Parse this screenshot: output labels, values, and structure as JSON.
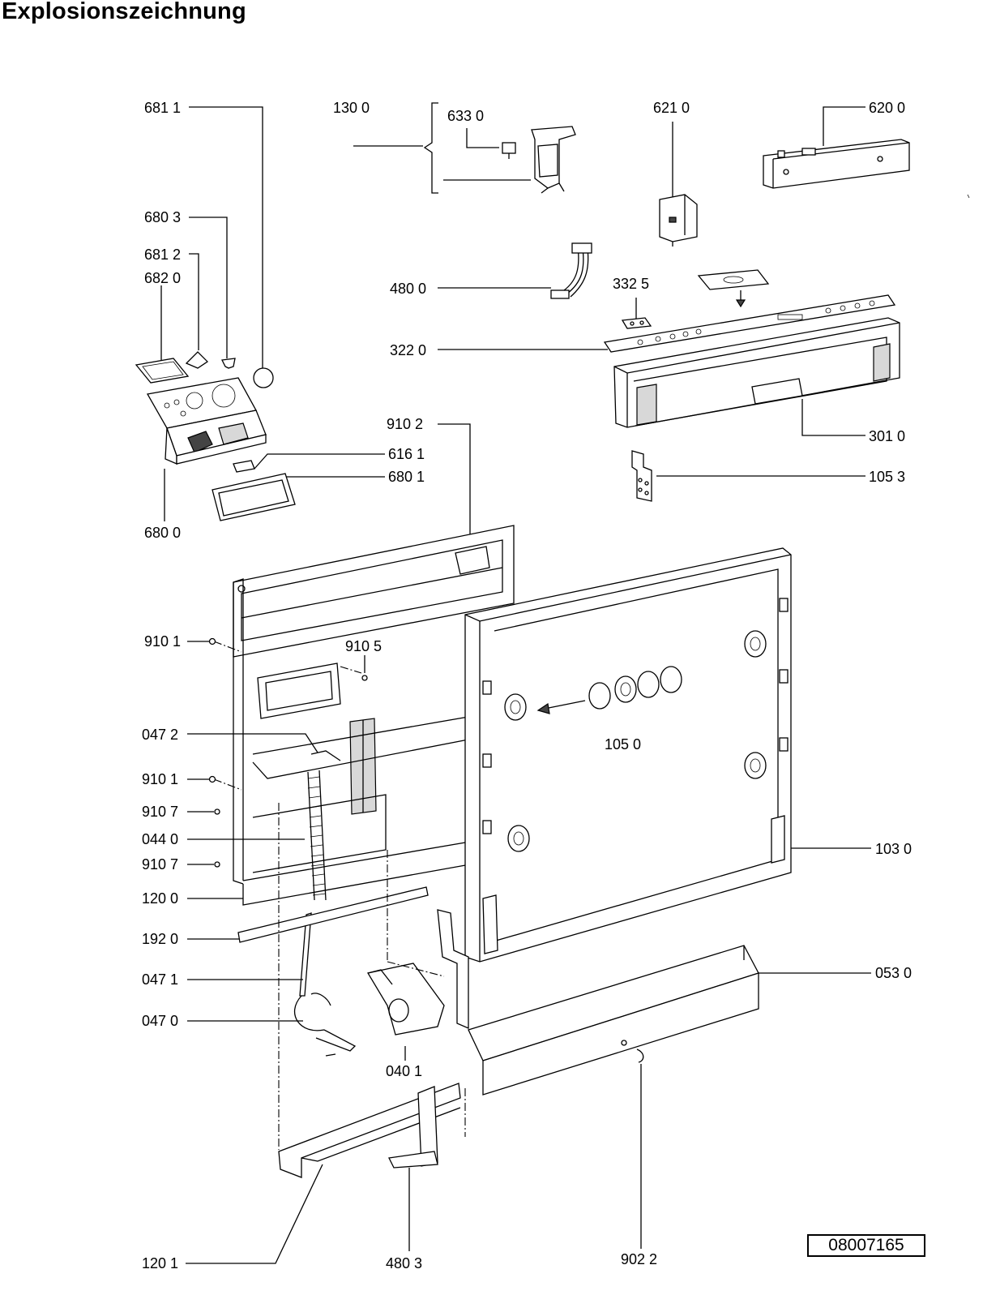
{
  "title": "Explosionszeichnung",
  "doc_number": "08007165",
  "labels": {
    "p6811": "681 1",
    "p1300": "130 0",
    "p6330": "633 0",
    "p6210": "621 0",
    "p6200": "620 0",
    "p6803": "680 3",
    "p6812": "681 2",
    "p6820": "682 0",
    "p4800": "480 0",
    "p3325": "332 5",
    "p3220": "322 0",
    "p9102": "910 2",
    "p6161": "616 1",
    "p6801": "680 1",
    "p3010": "301 0",
    "p1053": "105 3",
    "p6800": "680 0",
    "p9101a": "910 1",
    "p9105": "910 5",
    "p0472": "047 2",
    "p1050": "105 0",
    "p9101b": "910 1",
    "p9107a": "910 7",
    "p0440": "044 0",
    "p9107b": "910 7",
    "p1030": "103 0",
    "p1200": "120 0",
    "p1920": "192 0",
    "p0530": "053 0",
    "p0471": "047 1",
    "p0470": "047 0",
    "p0401": "040 1",
    "p1201": "120 1",
    "p4803": "480 3",
    "p9022": "902 2"
  }
}
